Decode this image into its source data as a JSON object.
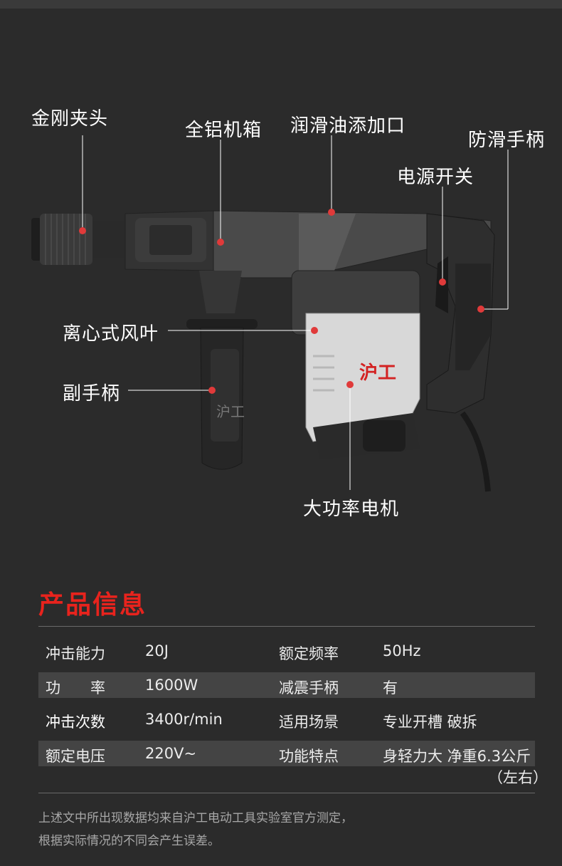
{
  "callouts": {
    "chuck": "金刚夹头",
    "housing": "全铝机箱",
    "oil_port": "润滑油添加口",
    "antislip_handle": "防滑手柄",
    "power_switch": "电源开关",
    "fan": "离心式风叶",
    "aux_handle": "副手柄",
    "motor": "大功率电机"
  },
  "brand_mark": "沪工",
  "info": {
    "title": "产品信息",
    "rows": [
      {
        "k1": "冲击能力",
        "v1": "20J",
        "k2": "额定频率",
        "v2": "50Hz"
      },
      {
        "k1": "功　　率",
        "v1": "1600W",
        "k2": "减震手柄",
        "v2": "有"
      },
      {
        "k1": "冲击次数",
        "v1": "3400r/min",
        "k2": "适用场景",
        "v2": "专业开槽 破拆"
      },
      {
        "k1": "额定电压",
        "v1": "220V~",
        "k2": "功能特点",
        "v2": "身轻力大 净重6.3公斤",
        "v2b": "（左右）"
      }
    ],
    "note_line1": "上述文中所出现数据均来自沪工电动工具实验室官方测定，",
    "note_line2": "根据实际情况的不同会产生误差。"
  },
  "colors": {
    "accent": "#e8231d",
    "background": "#2b2b2b",
    "callout_dot": "#e03a3a"
  }
}
